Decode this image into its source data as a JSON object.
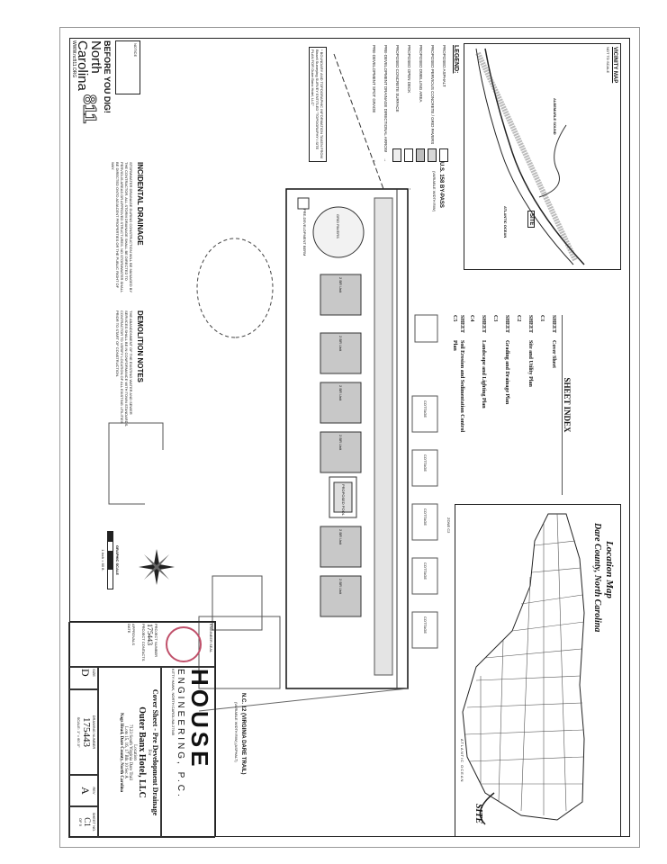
{
  "vicinity_map": {
    "title": "VICINITY MAP",
    "subtitle": "NOT TO SCALE",
    "site": "SITE",
    "ocean": "ATLANTIC OCEAN",
    "sound": "ALBEMARLE SOUND"
  },
  "sheet_index": {
    "title": "SHEET INDEX",
    "items": [
      {
        "sheet": "SHEET C1",
        "name": "Cover Sheet"
      },
      {
        "sheet": "SHEET C2",
        "name": "Site and Utility Plan"
      },
      {
        "sheet": "SHEET C3",
        "name": "Grading and Drainage Plan"
      },
      {
        "sheet": "SHEET C4",
        "name": "Landscape and Lighting Plan"
      },
      {
        "sheet": "SHEET C5",
        "name": "Soil Erosion and Sedimentation Control Plan"
      }
    ]
  },
  "location_map": {
    "title": "Location Map",
    "subtitle": "Dare County, North Carolina",
    "site": "SITE",
    "ocean": "ATLANTIC OCEAN"
  },
  "legend": {
    "title": "LEGEND:",
    "items": [
      {
        "label": "PROPOSED ASPHALT",
        "swatch": "#ffffff"
      },
      {
        "label": "PROPOSED PERVIOUS CONCRETE / GRID PAVERS",
        "swatch": "#d8d8d8"
      },
      {
        "label": "PROPOSED DWELLING AREA",
        "swatch": "#bdbdbd"
      },
      {
        "label": "PROPOSED OPEN DECK",
        "swatch": "#ffffff"
      },
      {
        "label": "PROPOSED CONCRETE SURFACE",
        "swatch": "#eeeeee"
      },
      {
        "label": "PRE-DEVELOPMENT DRAINAGE DIRECTIONAL ARROW",
        "swatch": "arrow"
      },
      {
        "label": "PRE-DEVELOPMENT SPOT GRADE",
        "swatch": "x"
      }
    ]
  },
  "survey_note": "* BOUNDARY AND TOPOGRAPHIC INFORMATION TAKEN FROM Bissell Surveying SURVEY ENTITLED \"TOPOGRAPHY / SITE PLAN FOR Outer Banx Hotel, LLC\"",
  "roads": {
    "north": "U.S. 158 BY-PASS",
    "north_sub": "(VARIABLE WIDTH R/W)",
    "south": "N.C. 12 (VIRGINIA DARE TRAIL)",
    "south_sub": "(VARIABLE WIDTH R/W) (ASPHALT)"
  },
  "site_plan": {
    "units": [
      "2 BR Unit",
      "2 BR Unit",
      "2 BR Unit",
      "2 BR Unit",
      "2 BR Unit",
      "2 BR Unit"
    ],
    "pool": "PROPOSED POOL",
    "pavers": "GRID PAVERS",
    "pre_dev_berm": "PRE-DEVELOPMENT BERM",
    "zone": "ZONE C2",
    "cottages": [
      "COTTAGE",
      "COTTAGE",
      "COTTAGE",
      "COTTAGE",
      "COTTAGE"
    ]
  },
  "nc811": {
    "state1": "North",
    "state2": "Carolina",
    "number": "811",
    "url": "WWW.nc811.ORG",
    "tagline": "BEFORE YOU DIG!",
    "notice_title": "NOTICE"
  },
  "incidental_drainage": {
    "title": "INCIDENTAL DRAINAGE",
    "body": "STORMWATER DRAINAGE DURING CONSTRUCTION WILL BE MANAGED BY THE CONTRACTOR. ALL STORM DRAINAGE SHALL BE DIRECTED TO PERVIOUS AREAS OR APPROVED STRUCTURES. NO STORMWATER SHALL BE DIRECTED ONTO ADJACENT PROPERTIES OR THE PUBLIC RIGHT OF WAY."
  },
  "demolition_notes": {
    "title": "DEMOLITION NOTES",
    "body": "THE ABANDONMENT OF THE EXISTING WATER AND SEWER SERVICES SHALL BE IN CONFORMANCE WITH TOWN STANDARDS. CONTRACTOR TO VERIFY LOCATION OF ALL EXISTING UTILITIES PRIOR TO START OF CONSTRUCTION."
  },
  "graphic_scale": {
    "title": "GRAPHIC SCALE",
    "units": "1 inch = 60 ft."
  },
  "title_block": {
    "company1": "HOUSE",
    "company2": "ENGINEERING, P.C.",
    "address": "KITTY HAWK, NORTH CAROLINA 27949",
    "sheet_title": "Cover Sheet - Pre Development Drainage",
    "for": "For",
    "client": "Outer Banx Hotel, LLC",
    "location_label": "Location",
    "address_line1": "7123 South Virginia Dare Trail",
    "address_line2": "Lots 15, 16, 17 Blk 10 Sec A",
    "address_line3": "Nags Head, Dare County, North Carolina",
    "engineer_seal": "ENGINEER SEAL",
    "project_number_label": "PROJECT NUMBER",
    "project_number": "175443",
    "project_contacts": "PROJECT CONTACTS",
    "approvals": "APPROVALS",
    "date": "DATE",
    "size_label": "SIZE",
    "size": "D",
    "drawing_label": "DRAWING NUMBER",
    "drawing": "175443",
    "rev_label": "REV",
    "rev": "A",
    "sheet_label": "SHEET NO.",
    "sheet": "C1",
    "of": "OF 5",
    "scale": "SCALE: 1\" = 60'-0\""
  }
}
